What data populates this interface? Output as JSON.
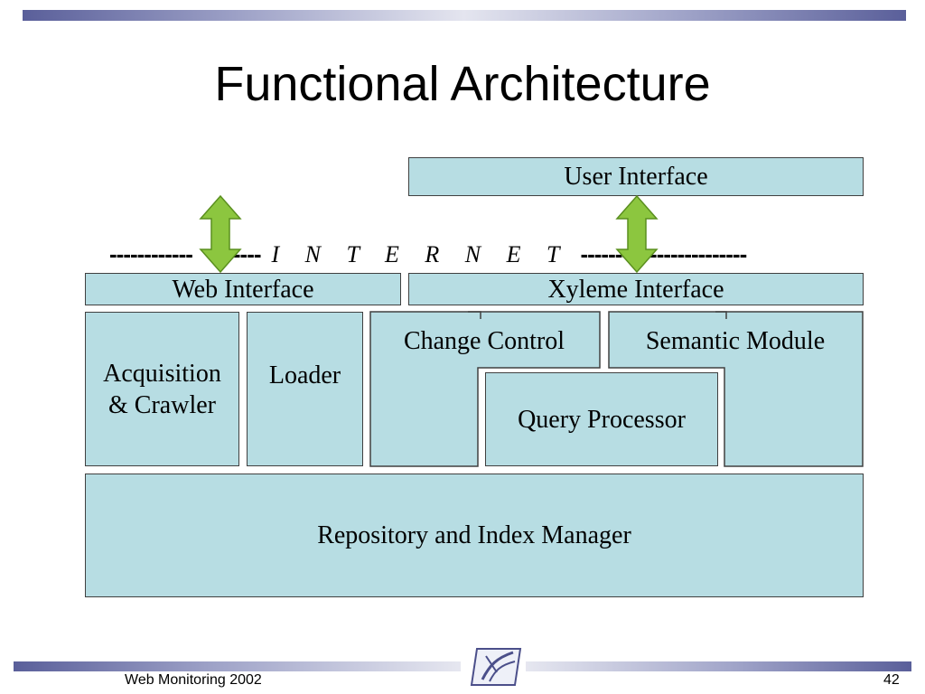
{
  "title": "Functional Architecture",
  "diagram": {
    "user_interface": "User Interface",
    "internet": {
      "dashes_left_a": "------------",
      "dashes_left_b": "-------",
      "label": "I N T E R N E T",
      "dashes_right": "------------------------"
    },
    "web_interface": "Web Interface",
    "xyleme_interface": "Xyleme Interface",
    "acquisition": "Acquisition & Crawler",
    "loader": "Loader",
    "change_control": "Change Control",
    "semantic_module": "Semantic Module",
    "query_processor": "Query Processor",
    "repository": "Repository and Index Manager",
    "colors": {
      "box_fill": "#b7dde3",
      "box_border": "#404040",
      "arrow_fill": "#8cc63f",
      "arrow_stroke": "#5a8f1f"
    }
  },
  "footer": {
    "left": "Web Monitoring 2002",
    "page_number": "42",
    "logo_icon": "xyleme-logo"
  }
}
